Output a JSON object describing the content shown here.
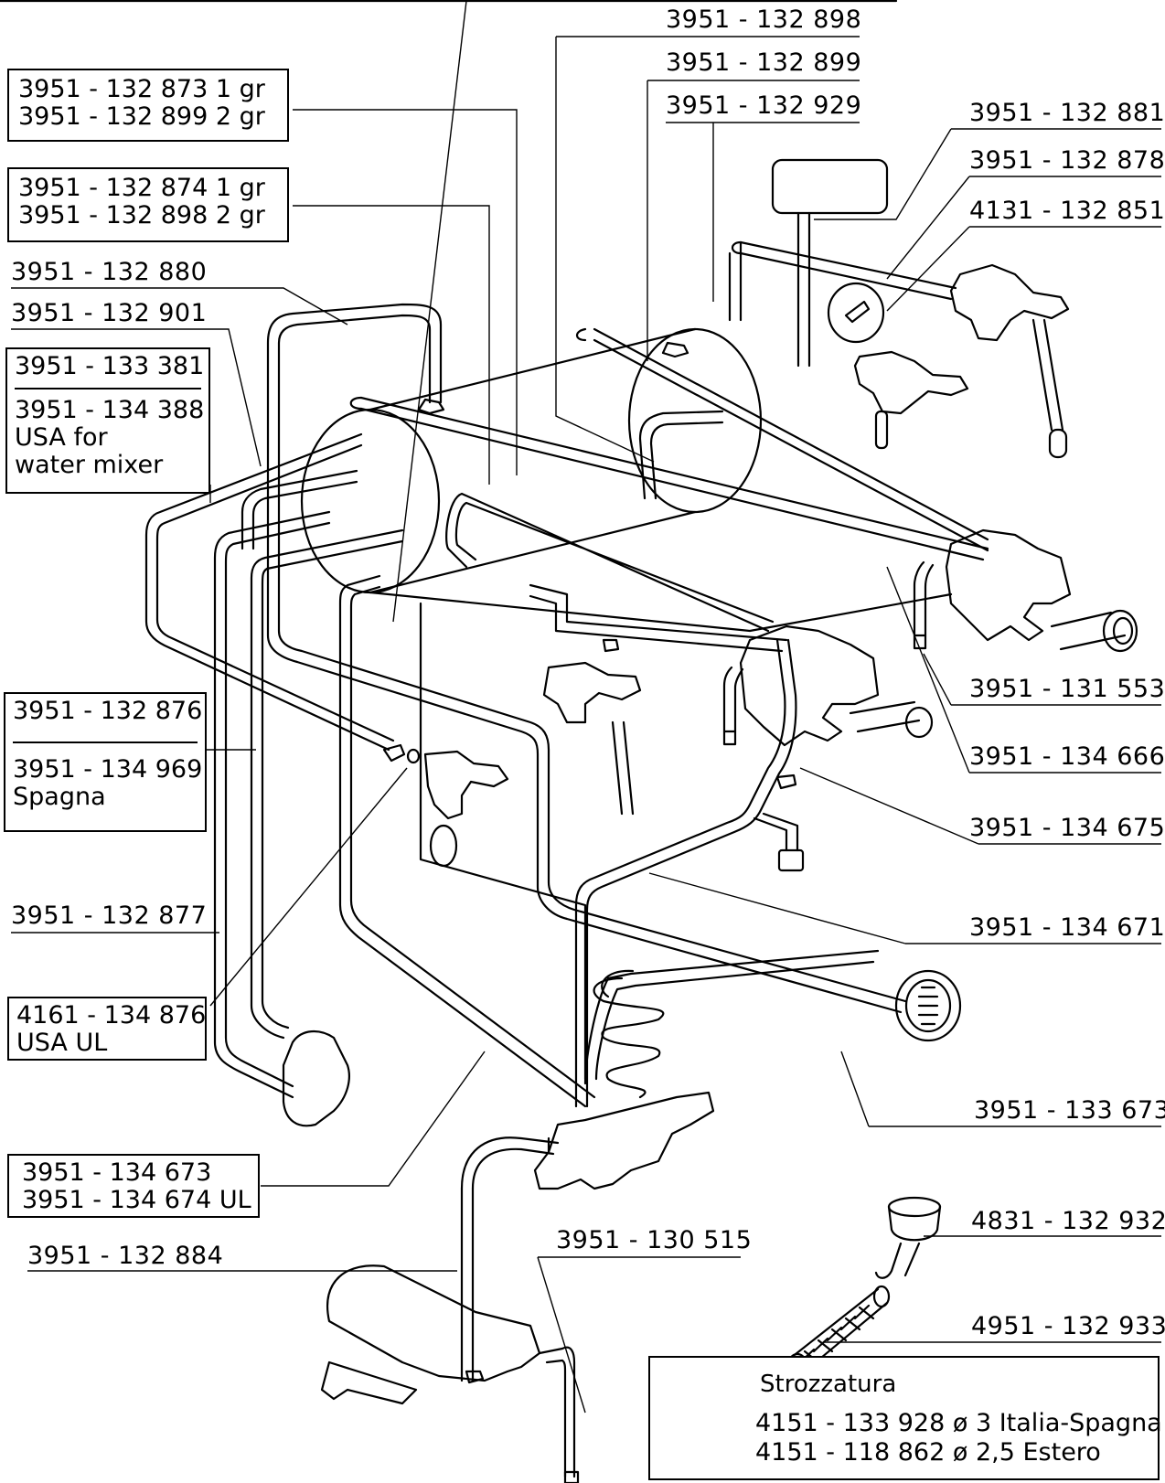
{
  "labels_right": [
    "3951 - 132 898",
    "3951 - 132 899",
    "3951 - 132 929",
    "3951 - 132 881",
    "3951 - 132 878",
    "4131 - 132 851",
    "3951 - 131 553",
    "3951 - 134 666",
    "3951 - 134 675",
    "3951 - 134 671",
    "3951 - 133 673",
    "4831 - 132 932",
    "4951 - 132 933"
  ],
  "labels_left": [
    "3951 - 132 880",
    "3951 - 132 901",
    "3951 - 132 877",
    "3951 - 132 884",
    "3951 - 130 515"
  ],
  "boxes": {
    "box1": [
      "3951 - 132 873  1 gr",
      "3951 - 132 899  2 gr"
    ],
    "box2": [
      "3951 - 132 874  1 gr",
      "3951 - 132 898  2 gr"
    ],
    "box3": {
      "top": "3951 - 133 381",
      "bottom": [
        "3951 - 134 388",
        "USA for",
        "water mixer"
      ]
    },
    "box4": {
      "top": "3951 - 132 876",
      "bottom": [
        "3951 - 134 969",
        "Spagna"
      ]
    },
    "box5": [
      "4161 - 134 876",
      "USA UL"
    ],
    "box6": [
      "3951 - 134 673",
      "3951 - 134 674 UL"
    ]
  },
  "legend": {
    "title": "Strozzatura",
    "rows": [
      "4151 - 133 928 ø 3 Italia-Spagna",
      "4151 - 118 862 ø 2,5 Estero"
    ]
  }
}
